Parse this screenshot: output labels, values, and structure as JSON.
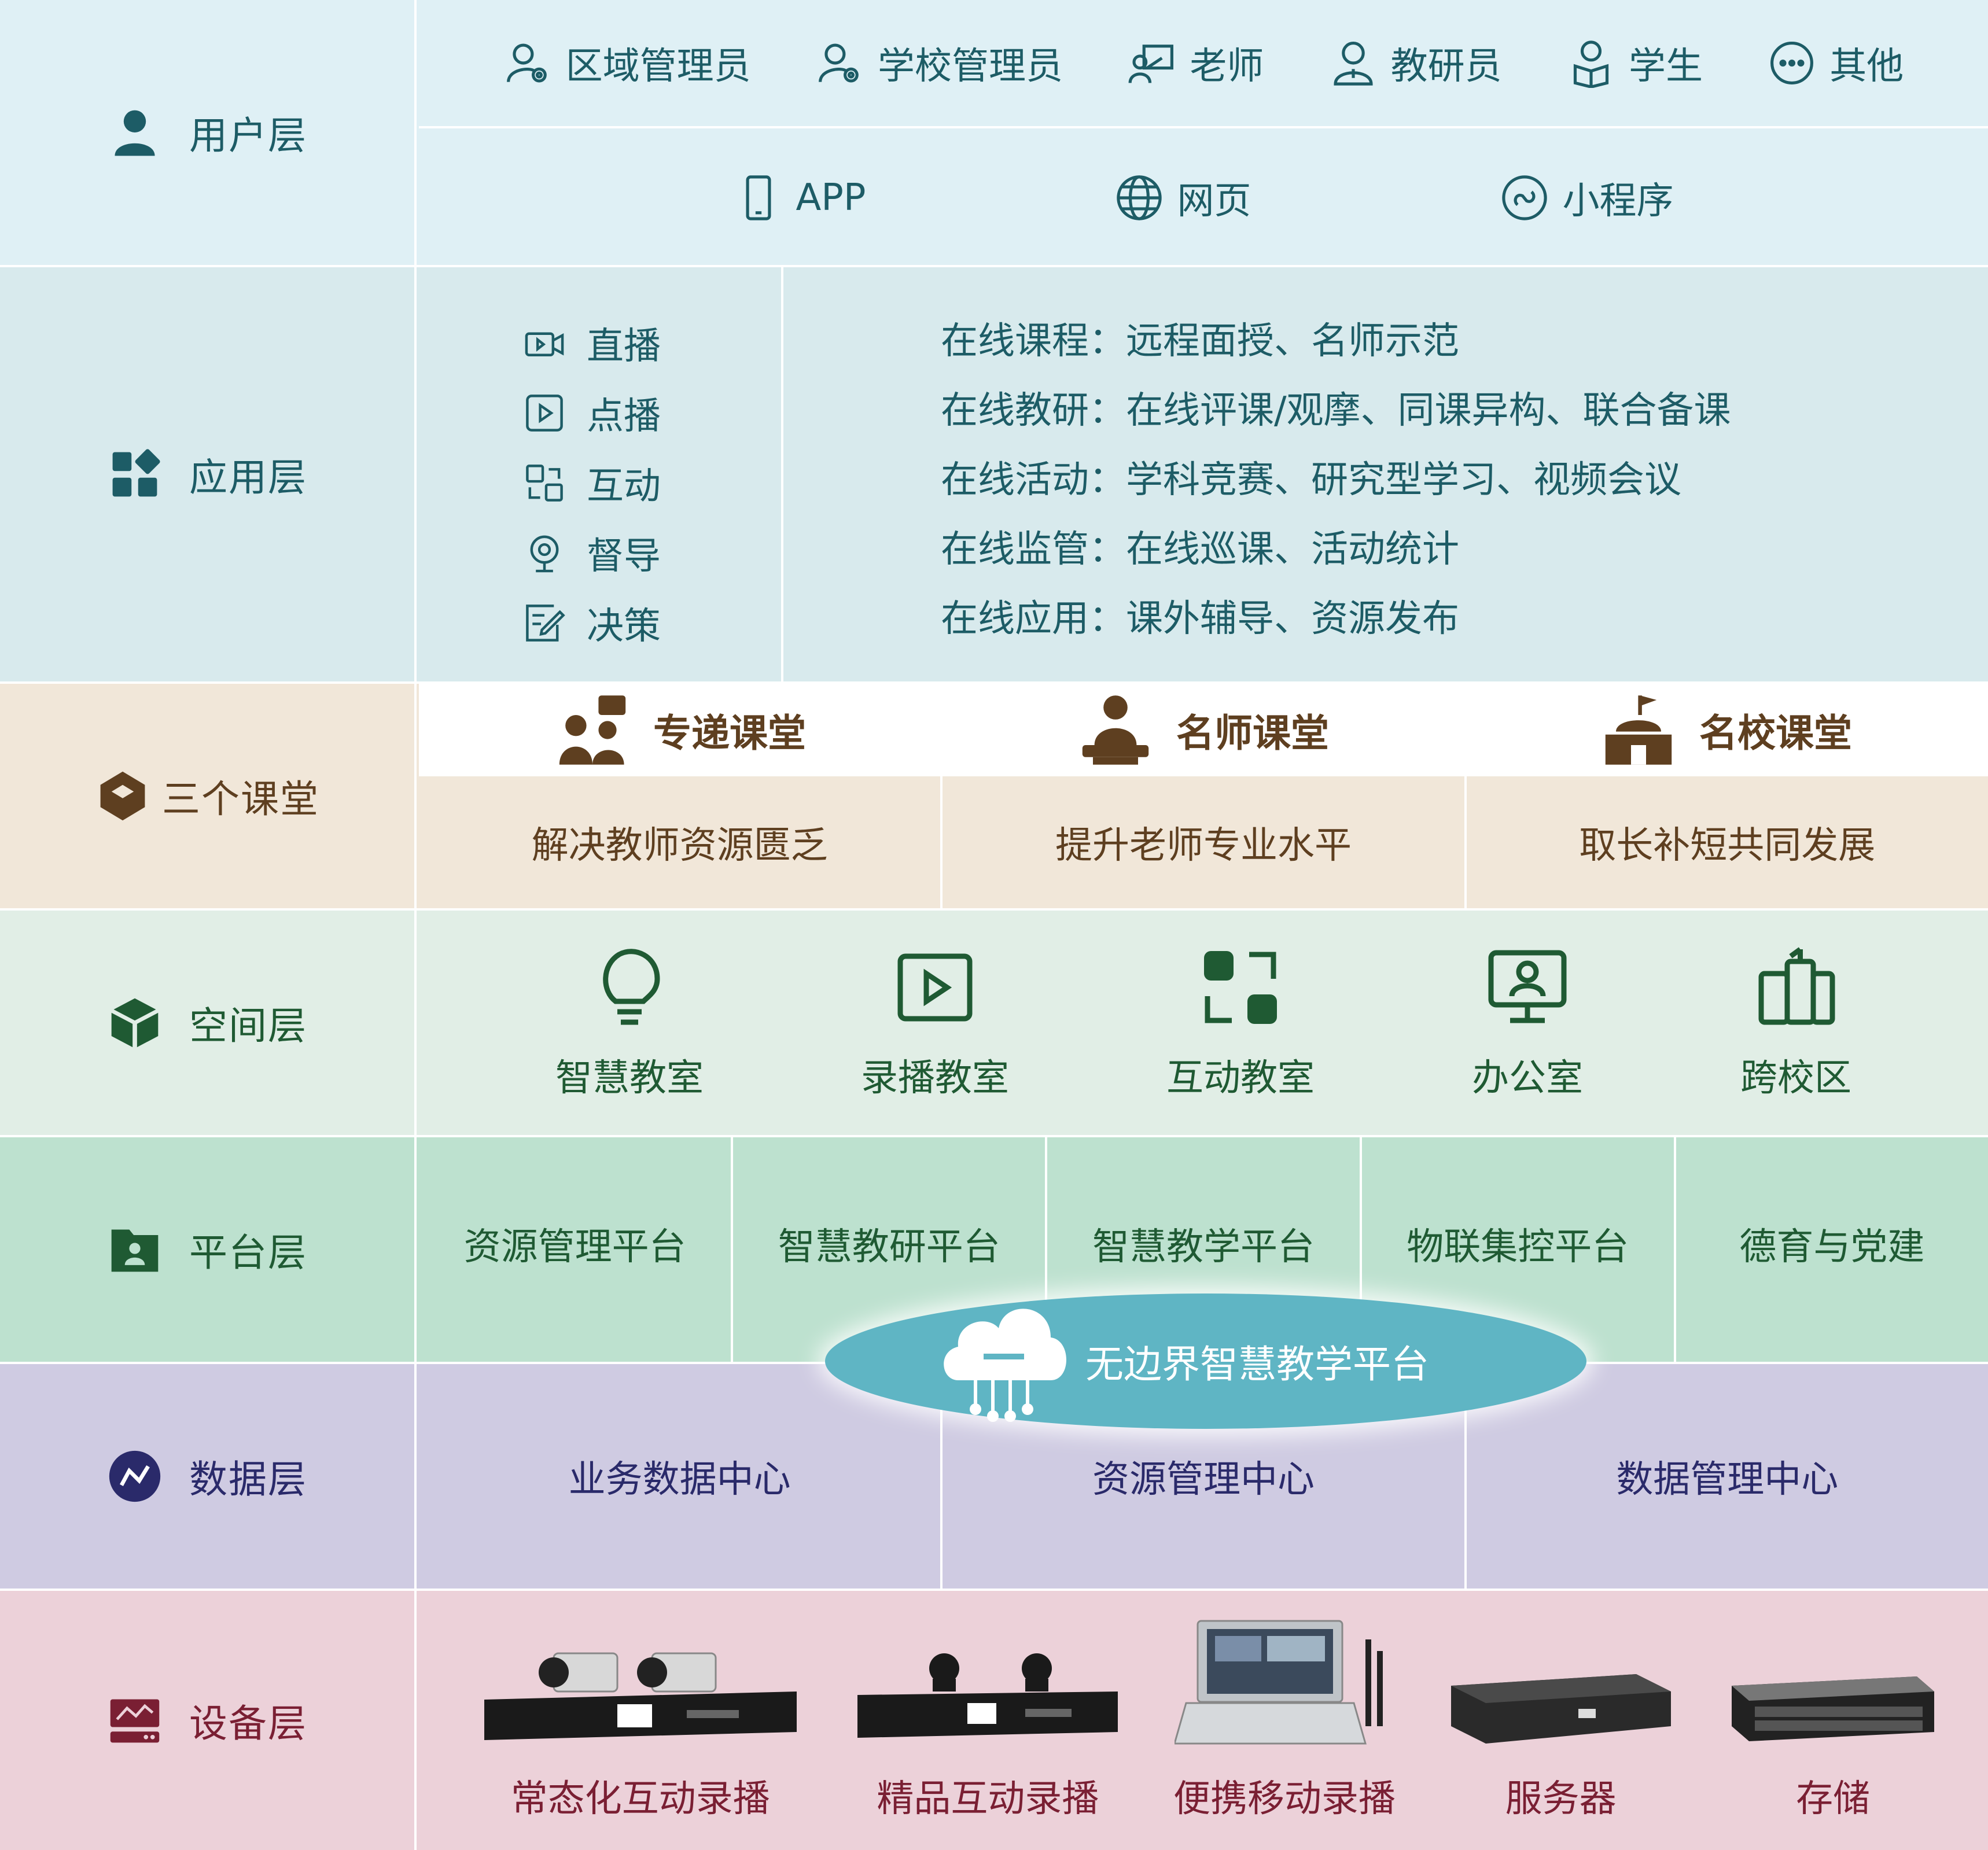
{
  "user_layer": {
    "title": "用户层",
    "roles": [
      "区域管理员",
      "学校管理员",
      "老师",
      "教研员",
      "学生",
      "其他"
    ],
    "access": [
      "APP",
      "网页",
      "小程序"
    ]
  },
  "app_layer": {
    "title": "应用层",
    "functions": [
      "直播",
      "点播",
      "互动",
      "督导",
      "决策"
    ],
    "details": [
      "在线课程：远程面授、名师示范",
      "在线教研：在线评课/观摩、同课异构、联合备课",
      "在线活动：学科竞赛、研究型学习、视频会议",
      "在线监管：在线巡课、活动统计",
      "在线应用：课外辅导、资源发布"
    ]
  },
  "three_classrooms": {
    "title": "三个课堂",
    "headers": [
      "专递课堂",
      "名师课堂",
      "名校课堂"
    ],
    "descriptions": [
      "解决教师资源匮乏",
      "提升老师专业水平",
      "取长补短共同发展"
    ]
  },
  "space_layer": {
    "title": "空间层",
    "items": [
      "智慧教室",
      "录播教室",
      "互动教室",
      "办公室",
      "跨校区"
    ]
  },
  "platform_layer": {
    "title": "平台层",
    "items": [
      "资源管理平台",
      "智慧教研平台",
      "智慧教学平台",
      "物联集控平台",
      "德育与党建"
    ]
  },
  "cloud": {
    "label": "无边界智慧教学平台"
  },
  "data_layer": {
    "title": "数据层",
    "items": [
      "业务数据中心",
      "资源管理中心",
      "数据管理中心"
    ]
  },
  "device_layer": {
    "title": "设备层",
    "items": [
      "常态化互动录播",
      "精品互动录播",
      "便携移动录播",
      "服务器",
      "存储"
    ]
  },
  "colors": {
    "user_bg": "#dff0f5",
    "app_bg": "#d8eaed",
    "three_bg": "#f1e7d9",
    "space_bg": "#e1eee6",
    "platform_bg": "#bde1cf",
    "data_bg": "#cfcbe2",
    "device_bg": "#ecd1d9",
    "cloud": "#5fb5c4"
  }
}
